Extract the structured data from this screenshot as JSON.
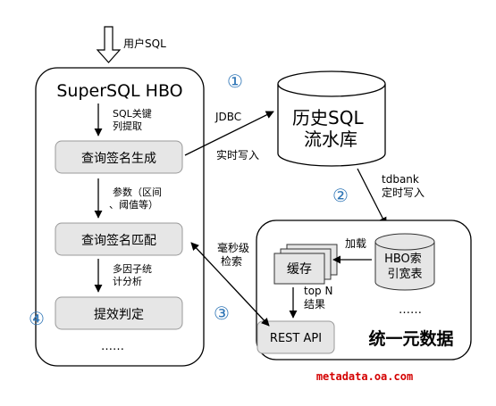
{
  "input": {
    "label": "用户SQL"
  },
  "hbo": {
    "title": "SuperSQL HBO",
    "steps": [
      "查询签名生成",
      "查询签名匹配",
      "提效判定"
    ],
    "arrow_labels": [
      "SQL关键\n列提取",
      "参数（区间\n、阈值等）",
      "多因子统\n计分析"
    ],
    "ellipsis": "……"
  },
  "history_db": {
    "label": "历史SQL\n流水库"
  },
  "unified": {
    "title": "统一元数据",
    "cache": "缓存",
    "index_table": "HBO索\n引宽表",
    "rest_api": "REST API",
    "load_label": "加载",
    "topn_label": "top N\n结果",
    "ellipsis": "……"
  },
  "flows": {
    "jdbc": "JDBC",
    "realtime_write": "实时写入",
    "tdbank": "tdbank\n定时写入",
    "ms_search": "毫秒级\n检索"
  },
  "markers": [
    "①",
    "②",
    "③",
    "④"
  ],
  "watermark": "metadata.oa.com",
  "colors": {
    "accent": "#2e75b6",
    "box_fill": "#e6e6e6",
    "watermark": "#d40000"
  }
}
